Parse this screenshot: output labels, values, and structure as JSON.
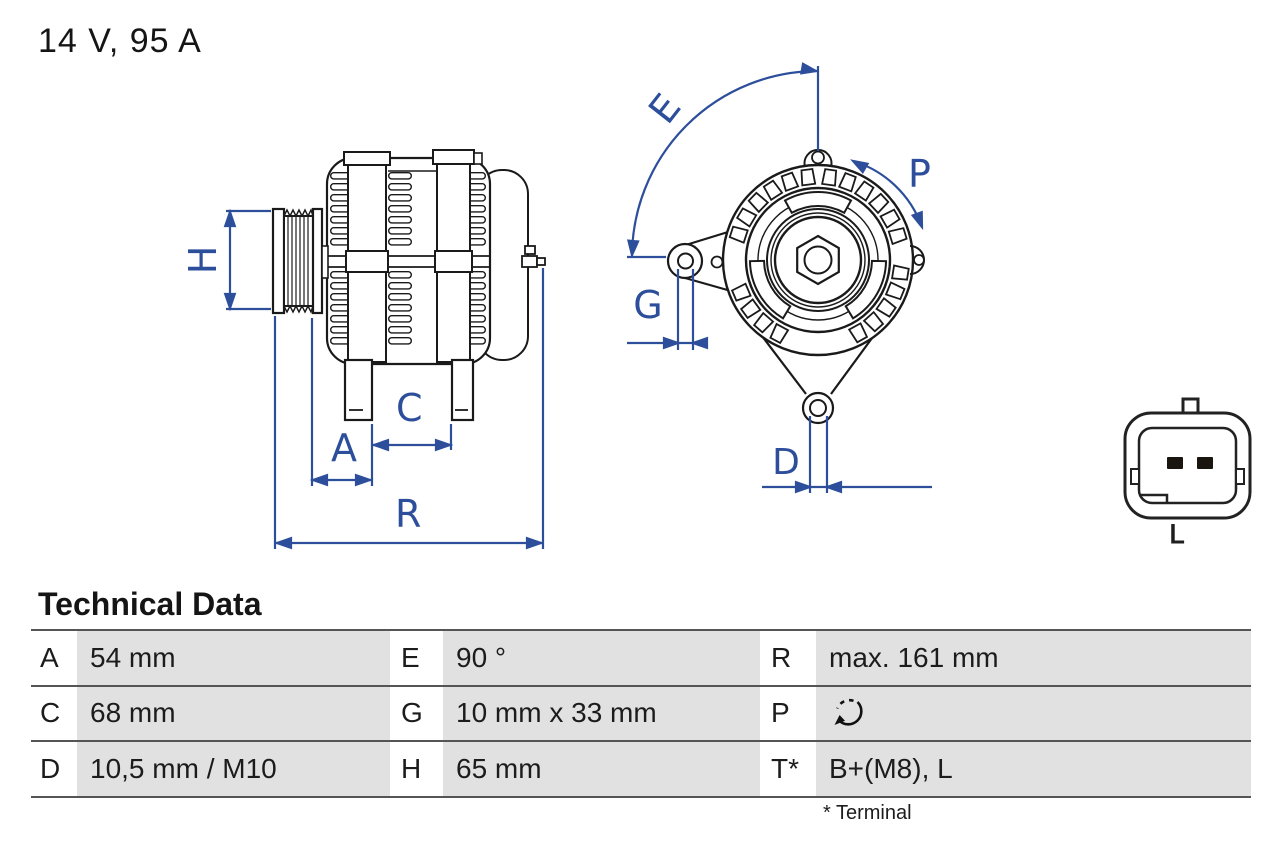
{
  "title": "14 V, 95 A",
  "drawing": {
    "side_view": {
      "labels": {
        "h": "H",
        "a": "A",
        "c": "C",
        "r": "R"
      }
    },
    "front_view": {
      "labels": {
        "e": "E",
        "g": "G",
        "d": "D",
        "p": "P"
      }
    },
    "connector": {
      "label": "L"
    },
    "icons": {
      "rotation": "rotation-direction-icon"
    },
    "colors": {
      "dimension_blue": "#2d4f9b",
      "line_black": "#1a1a1a"
    }
  },
  "table": {
    "heading": "Technical Data",
    "rows": [
      {
        "k1": "A",
        "v1": "54 mm",
        "k2": "E",
        "v2": "90 °",
        "k3": "R",
        "v3": "max. 161 mm"
      },
      {
        "k1": "C",
        "v1": "68 mm",
        "k2": "G",
        "v2": "10 mm x 33 mm",
        "k3": "P",
        "v3": ""
      },
      {
        "k1": "D",
        "v1": "10,5 mm / M10",
        "k2": "H",
        "v2": "65 mm",
        "k3": "T*",
        "v3": "B+(M8), L"
      }
    ],
    "footnote": "* Terminal"
  }
}
